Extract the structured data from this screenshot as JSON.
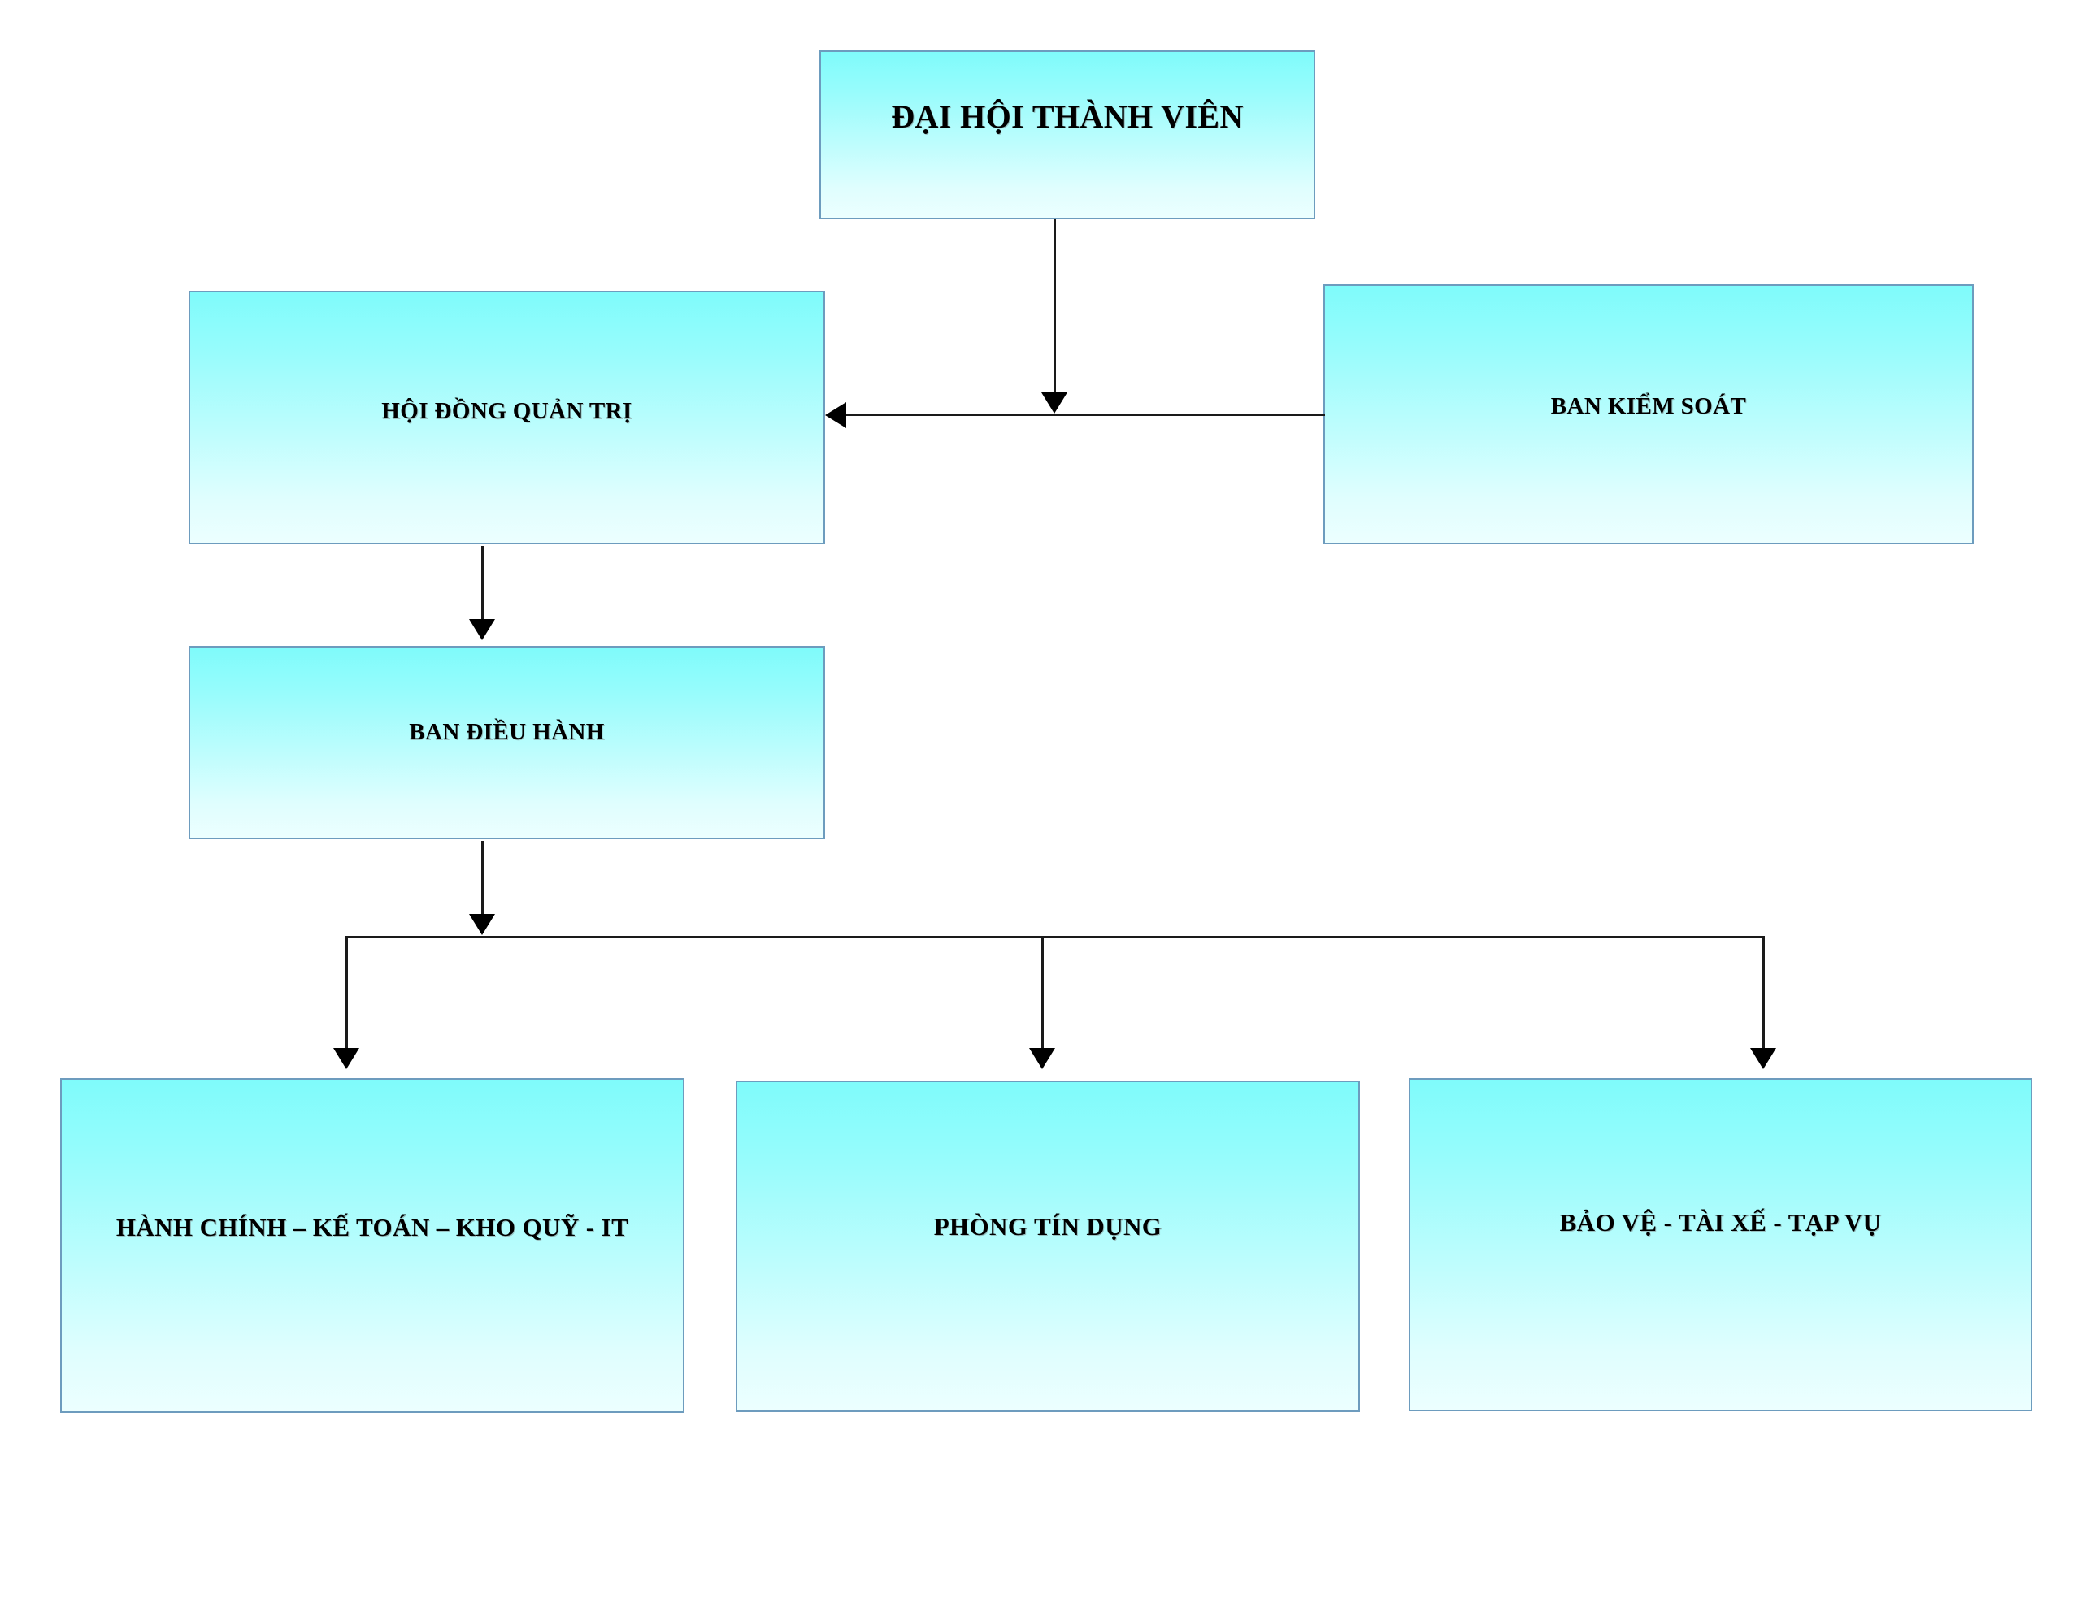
{
  "diagram": {
    "title": "So do to chuc",
    "type": "organizational-chart",
    "background_color": "#FFFFFF",
    "node_border_color": "#6D9CBE",
    "node_gradient_top": "#7FFBFB",
    "node_gradient_bottom": "#ECFFFF",
    "connector_color": "#000000"
  },
  "nodes": {
    "dai_hoi_thanh_vien": {
      "label": "ĐẠI HỘI THÀNH VIÊN",
      "level": 1
    },
    "hoi_dong_quan_tri": {
      "label": "HỘI ĐỒNG QUẢN TRỊ",
      "level": 2
    },
    "ban_kiem_soat": {
      "label": "BAN KIỂM SOÁT",
      "level": 2
    },
    "ban_dieu_hanh": {
      "label": "BAN ĐIỀU HÀNH",
      "level": 3
    },
    "hanh_chinh_ke_toan": {
      "label": "HÀNH CHÍNH – KẾ TOÁN – KHO QUỸ - IT",
      "level": 4
    },
    "phong_tin_dung": {
      "label": "PHÒNG TÍN DỤNG",
      "level": 4
    },
    "bao_ve_tai_xe": {
      "label": "BẢO VỆ - TÀI XẾ - TẠP VỤ",
      "level": 4
    }
  },
  "connectors": [
    {
      "from": "dai_hoi_thanh_vien",
      "to": "hoi_dong_quan_tri",
      "style": "vertical-arrow-down"
    },
    {
      "from": "ban_kiem_soat",
      "to": "hoi_dong_quan_tri",
      "style": "horizontal-arrow-left"
    },
    {
      "from": "hoi_dong_quan_tri",
      "to": "ban_dieu_hanh",
      "style": "vertical-arrow-down"
    },
    {
      "from": "ban_dieu_hanh",
      "to": "hanh_chinh_ke_toan",
      "style": "elbow-arrow-down"
    },
    {
      "from": "ban_dieu_hanh",
      "to": "phong_tin_dung",
      "style": "elbow-arrow-down"
    },
    {
      "from": "ban_dieu_hanh",
      "to": "bao_ve_tai_xe",
      "style": "elbow-arrow-down"
    }
  ]
}
